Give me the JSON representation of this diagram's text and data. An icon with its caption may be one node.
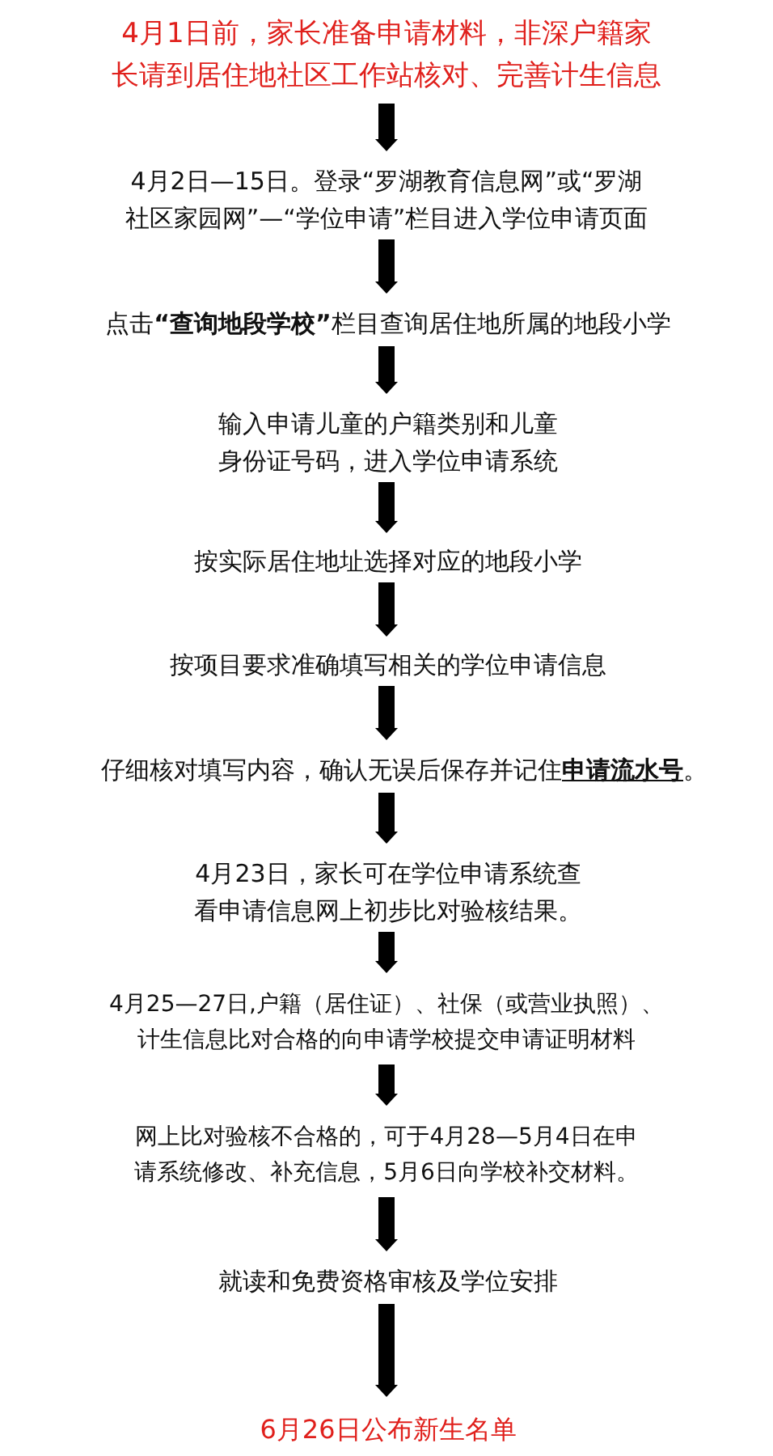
{
  "diagram": {
    "nodes": [
      {
        "text": [
          "4月1日前，家长准备申请材料，非深户籍家长请到居住地社区工作站核对、完善计生信息"
        ]
      },
      {
        "text": [
          "4月2日—15日。登录“罗湖教育信息网”或“罗湖社区家园网”—“学位申请”栏目进入学位申请页面"
        ]
      },
      {
        "text": [
          "点击**“查询地段学校”**栏目查询居住地所属的地段小学"
        ]
      },
      {
        "text": [
          "输入申请儿童的户籍类别和儿童身份证号码，进入学位申请系统"
        ]
      },
      {
        "text": [
          "按实际居住地址选择对应的地段小学"
        ]
      },
      {
        "text": [
          "按项目要求准确填写相关的学位申请信息"
        ]
      },
      {
        "text": [
          "仔细核对填写内容，确认无误后保存并记住**申请流水号**。"
        ]
      },
      {
        "text": [
          "4月23日，家长可在学位申请系统查看申请信息网上初步比对验核结果。"
        ]
      },
      {
        "text": [
          "4月25—27日,户籍（居住证）、社保（或营业执照）、计生信息比对合格的向申请学校提交申请证明材料"
        ]
      },
      {
        "text": [
          "网上比对验核不合格的，可于4月28—5月4日在申请系统修改、补充信息，5月6日向学校补交材料。"
        ]
      },
      {
        "text": [
          "就读和免费资格审核及学位安排"
        ]
      },
      {
        "text": [
          "6月26日公布新生名单"
        ]
      }
    ],
    "edges": [
      {
        "from": 0,
        "to": 1,
        "arrow": "to"
      },
      {
        "from": 1,
        "to": 2,
        "arrow": "to"
      },
      {
        "from": 2,
        "to": 3,
        "arrow": "to"
      },
      {
        "from": 3,
        "to": 4,
        "arrow": "to"
      },
      {
        "from": 4,
        "to": 5,
        "arrow": "to"
      },
      {
        "from": 5,
        "to": 6,
        "arrow": "to"
      },
      {
        "from": 6,
        "to": 7,
        "arrow": "to"
      },
      {
        "from": 7,
        "to": 8,
        "arrow": "to"
      },
      {
        "from": 8,
        "to": 9,
        "arrow": "to"
      },
      {
        "from": 9,
        "to": 10,
        "arrow": "to"
      },
      {
        "from": 10,
        "to": 11,
        "arrow": "to"
      }
    ]
  }
}
